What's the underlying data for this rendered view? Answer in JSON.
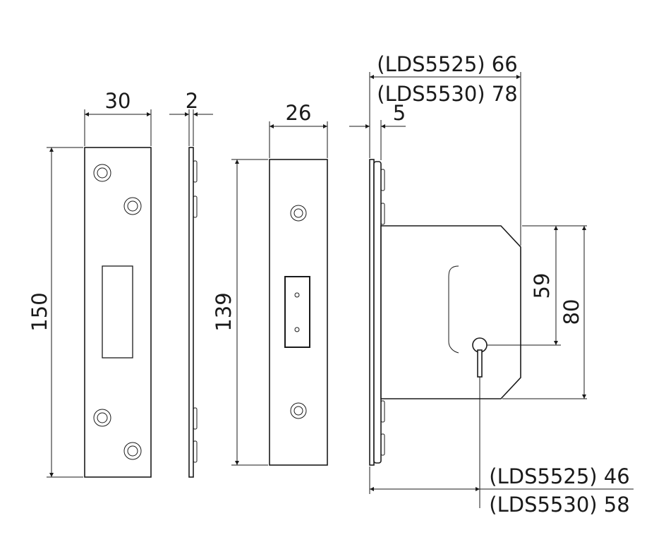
{
  "colors": {
    "line": "#1a1a1a",
    "background": "#ffffff"
  },
  "striker_plate": {
    "width_label": "30",
    "height_label": "150"
  },
  "plate_thickness": {
    "label": "2"
  },
  "forend": {
    "width_label": "26",
    "height_label": "139"
  },
  "lock_body": {
    "forend_thickness_label": "5",
    "backset_top_lds5525": "(LDS5525) 66",
    "backset_top_lds5530": "(LDS5530) 78",
    "keyhole_to_top_label": "59",
    "body_height_label": "80",
    "backset_bottom_lds5525": "(LDS5525) 46",
    "backset_bottom_lds5530": "(LDS5530) 58"
  }
}
